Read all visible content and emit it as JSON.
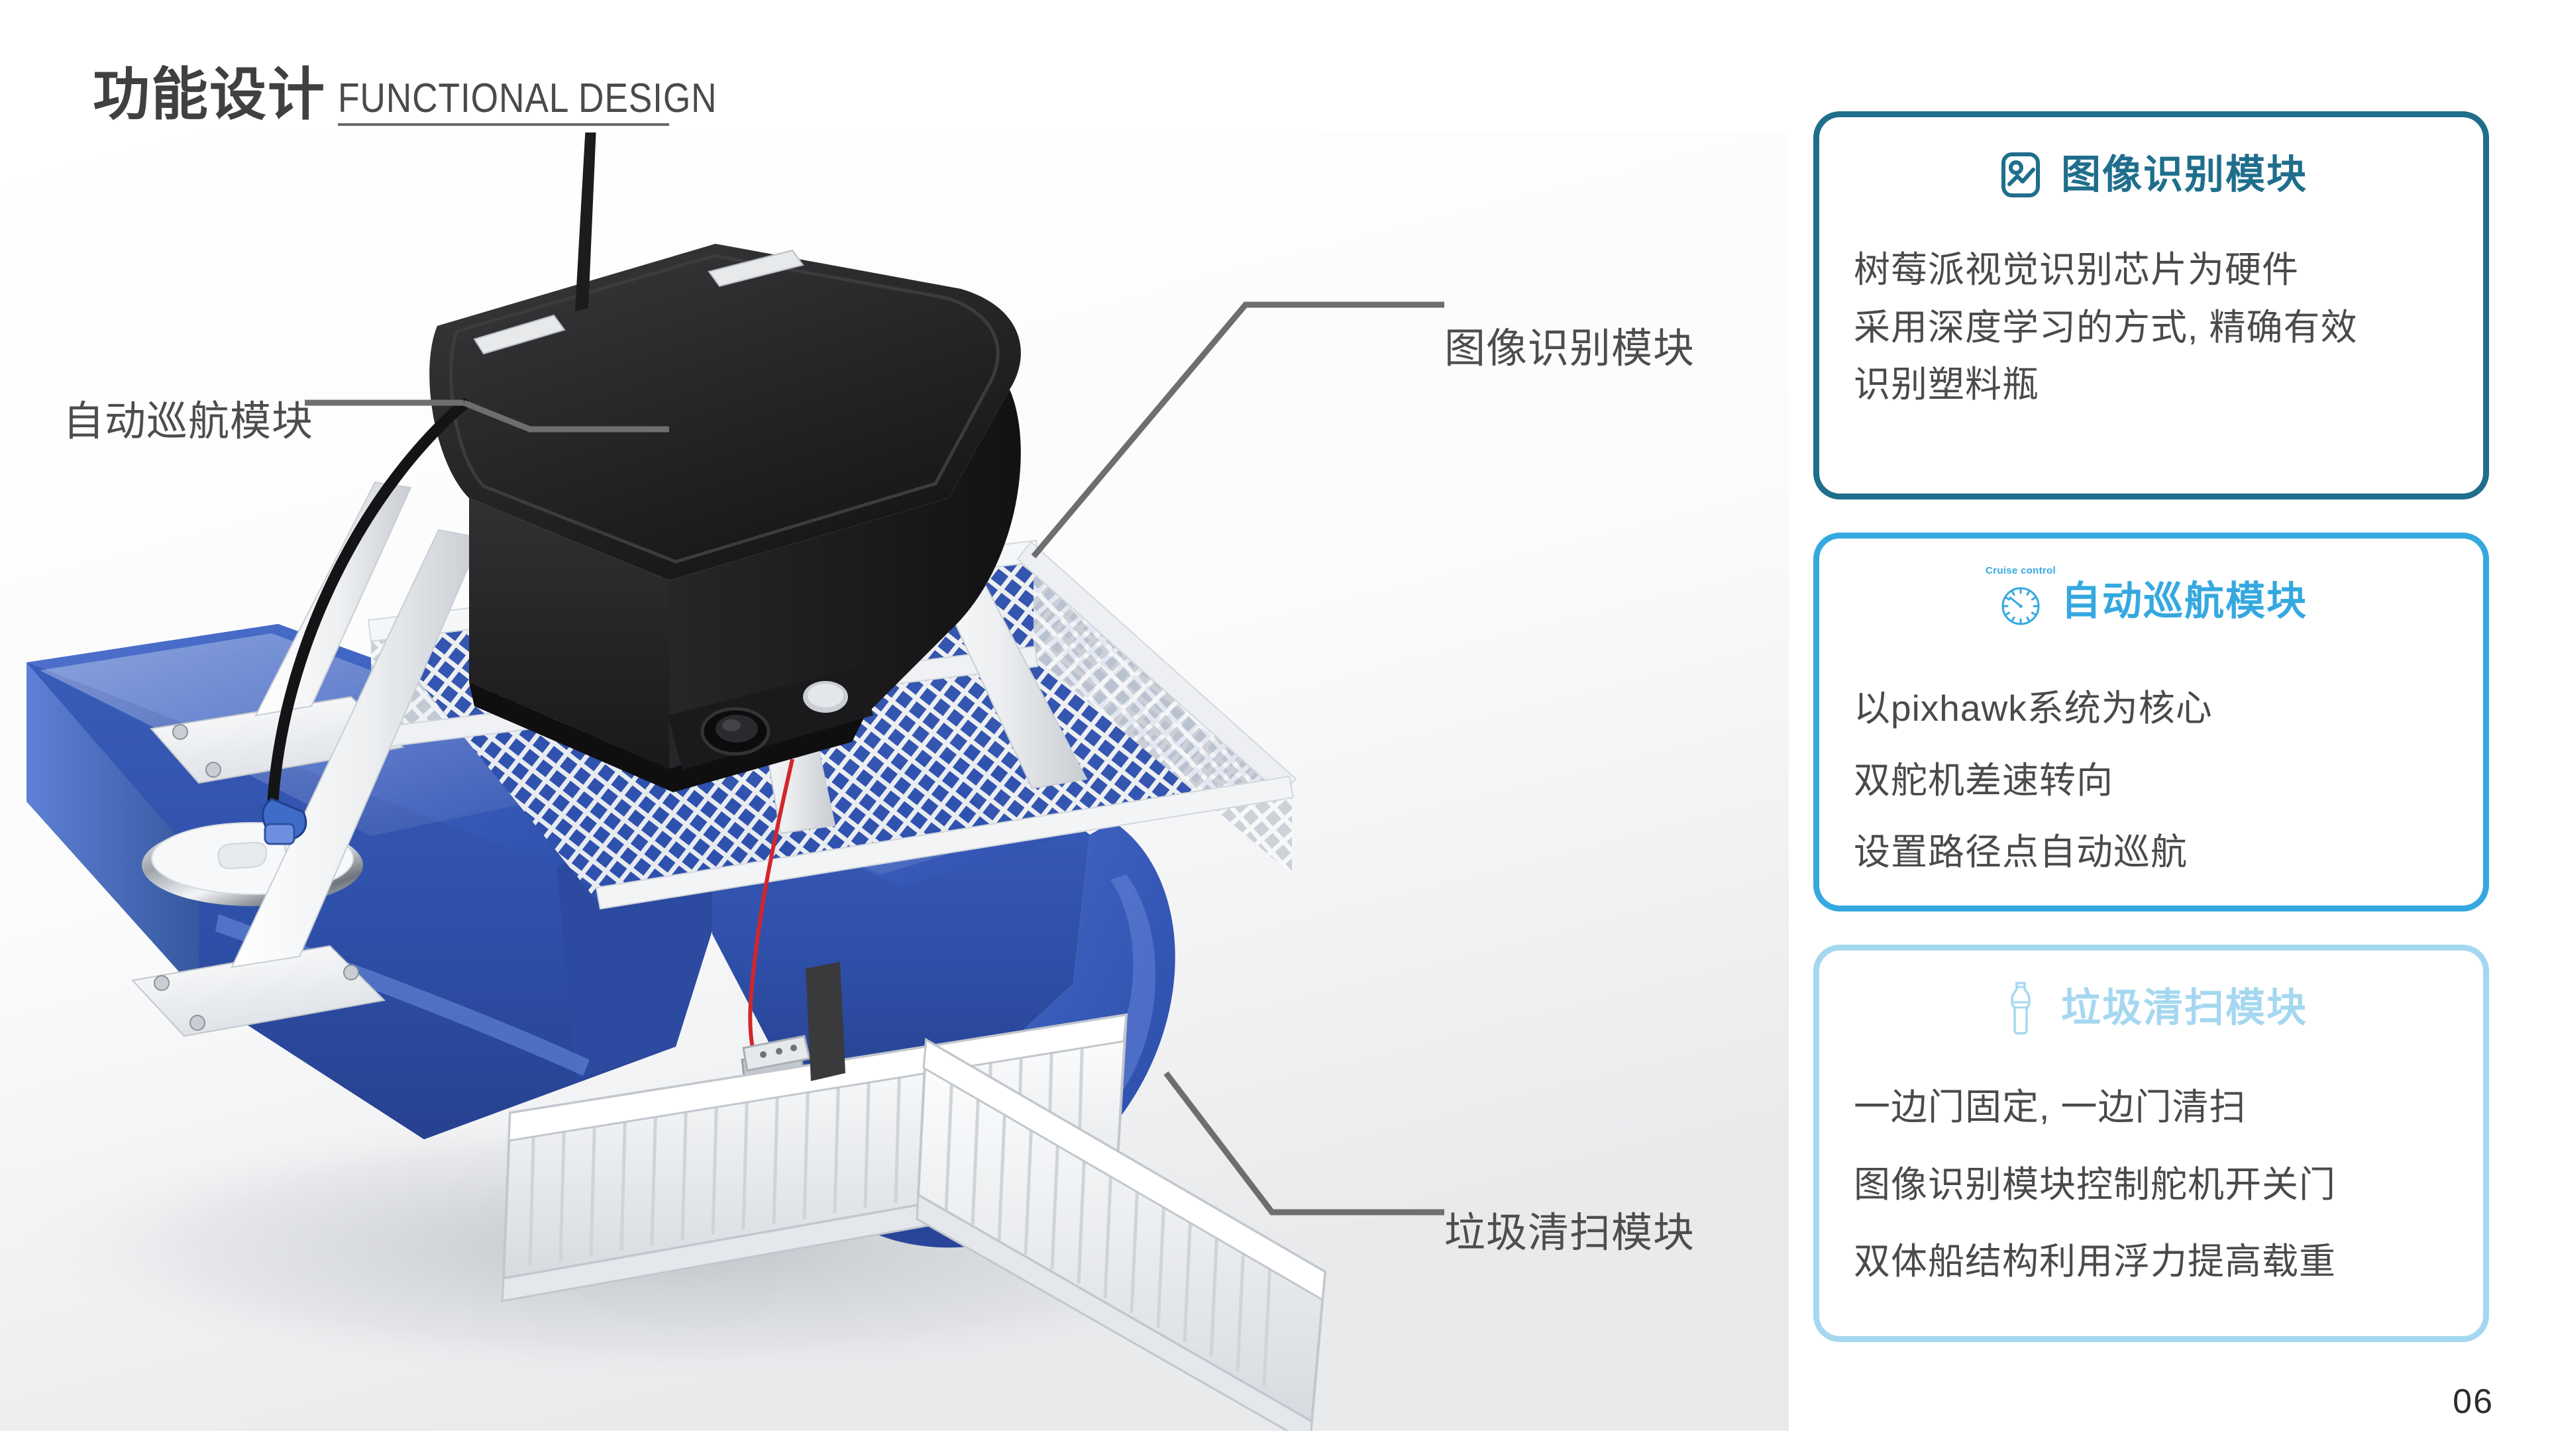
{
  "slide": {
    "title_cn": "功能设计",
    "title_en": "FUNCTIONAL DESIGN",
    "accent_navy": "#27348B",
    "page_number": "06"
  },
  "callouts": [
    {
      "id": "cruise",
      "label": "自动巡航模块"
    },
    {
      "id": "vision",
      "label": "图像识别模块"
    },
    {
      "id": "trash",
      "label": "垃圾清扫模块"
    }
  ],
  "cards": [
    {
      "icon": "image-recognition-icon",
      "icon_caption": "",
      "title": "图像识别模块",
      "color": "#1F6E8C",
      "lines": [
        "树莓派视觉识别芯片为硬件",
        "采用深度学习的方式, 精确有效",
        "识别塑料瓶"
      ]
    },
    {
      "icon": "cruise-control-gauge-icon",
      "icon_caption": "Cruise control",
      "title": "自动巡航模块",
      "color": "#35A8E0",
      "lines": [
        "以pixhawk系统为核心",
        "双舵机差速转向",
        "设置路径点自动巡航"
      ]
    },
    {
      "icon": "plastic-bottle-icon",
      "icon_caption": "",
      "title": "垃圾清扫模块",
      "color": "#A5D8F0",
      "lines": [
        "一边门固定, 一边门清扫",
        "图像识别模块控制舵机开关门",
        "双体船结构利用浮力提高载重"
      ]
    }
  ],
  "illustration": {
    "name": "catamaran-trash-collection-boat-render",
    "hull_color": "#3C62BF",
    "hull_shadow": "#2F4FA3",
    "frame_color": "#F2F4F6",
    "enclosure_color": "#2B2B2D",
    "mesh_color": "#E8EAEC"
  }
}
